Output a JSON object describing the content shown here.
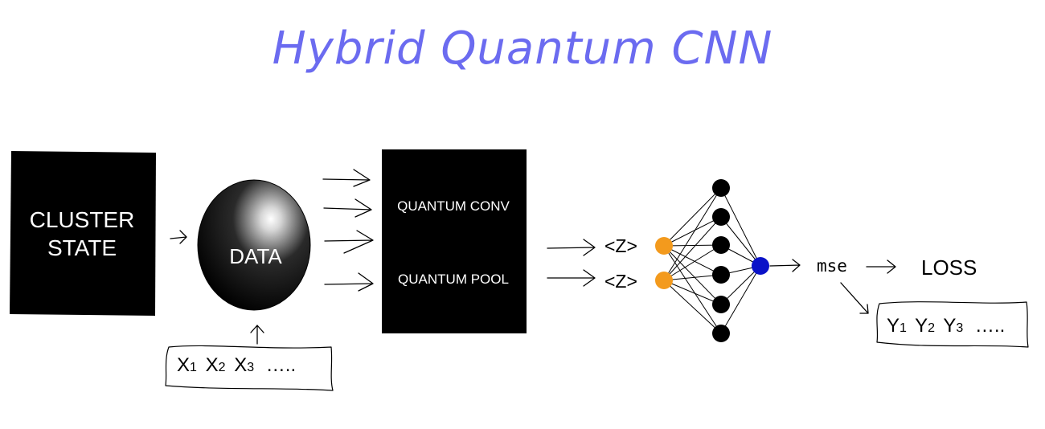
{
  "title": "Hybrid Quantum CNN",
  "cluster_state": {
    "line1": "CLUSTER",
    "line2": "STATE"
  },
  "data_sphere": {
    "label": "DATA"
  },
  "inputs": {
    "x1": "X",
    "x1_sub": "1",
    "x2": "X",
    "x2_sub": "2",
    "x3": "X",
    "x3_sub": "3",
    "ellipsis": "….."
  },
  "quantum_box": {
    "conv": "QUANTUM CONV",
    "pool": "QUANTUM POOL"
  },
  "measurements": [
    {
      "label": "<Z>"
    },
    {
      "label": "<Z>"
    }
  ],
  "loss_fn": "mse",
  "loss": "LOSS",
  "targets": {
    "y1": "Y",
    "y1_sub": "1",
    "y2": "Y",
    "y2_sub": "2",
    "y3": "Y",
    "y3_sub": "3",
    "ellipsis": "….."
  },
  "colors": {
    "title": "#6b6bf0",
    "measurement_node": "#f39a1d",
    "output_node": "#0a12c8",
    "hidden_node": "#000000"
  }
}
